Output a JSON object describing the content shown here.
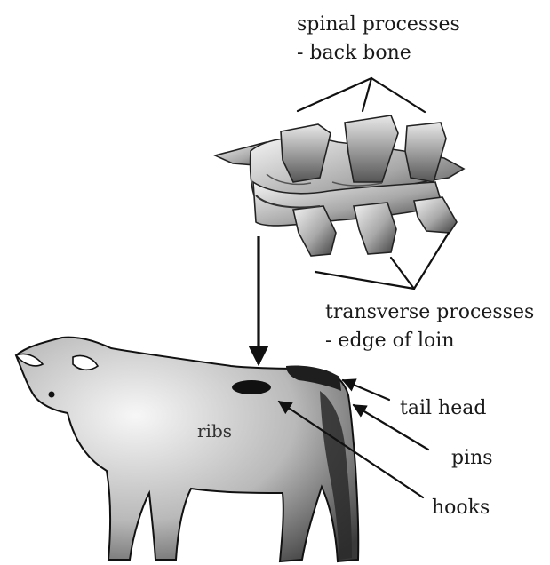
{
  "labels": {
    "spinal_line1": "spinal processes",
    "spinal_line2": "- back bone",
    "transverse_line1": "transverse processes",
    "transverse_line2": "- edge of loin",
    "tail_head": "tail head",
    "pins": "pins",
    "hooks": "hooks",
    "ribs": "ribs"
  },
  "colors": {
    "line": "#111111",
    "bone_light": "#f2f2f2",
    "bone_dark": "#4a4a4a",
    "cow_light": "#f4f4f4",
    "cow_dark": "#2e2e2e"
  }
}
